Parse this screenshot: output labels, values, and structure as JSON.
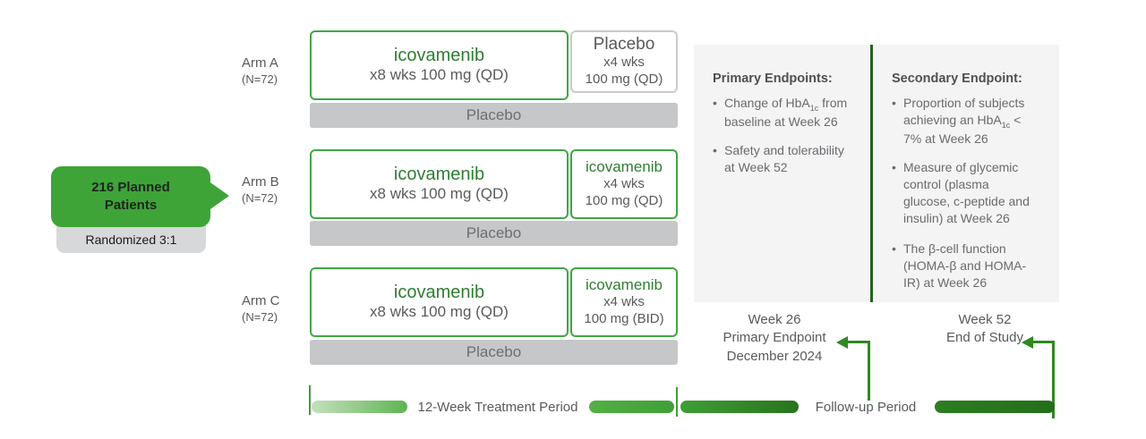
{
  "palette": {
    "green_bright": "#3EA438",
    "green_border": "#3EA843",
    "green_text": "#2F7D33",
    "green_dark": "#27741D",
    "arrow_green": "#2E8A1E",
    "gray_text": "#595A5C",
    "bar_gray": "#C6C7C9",
    "panel_bg": "#F4F4F5"
  },
  "callout": {
    "title": "216 Planned Patients",
    "subtitle": "Randomized 3:1"
  },
  "arms": [
    {
      "name": "Arm A",
      "n": "(N=72)",
      "main_drug": "icovamenib",
      "main_dose": "x8 wks 100 mg (QD)",
      "ext_drug": "Placebo",
      "ext_line2": "x4 wks",
      "ext_line3": "100 mg (QD)",
      "bar_label": "Placebo"
    },
    {
      "name": "Arm B",
      "n": "(N=72)",
      "main_drug": "icovamenib",
      "main_dose": "x8 wks 100 mg (QD)",
      "ext_drug": "icovamenib",
      "ext_line2": "x4 wks",
      "ext_line3": "100 mg (QD)",
      "bar_label": "Placebo"
    },
    {
      "name": "Arm C",
      "n": "(N=72)",
      "main_drug": "icovamenib",
      "main_dose": "x8 wks 100 mg (QD)",
      "ext_drug": "icovamenib",
      "ext_line2": "x4 wks",
      "ext_line3": "100 mg (BID)",
      "bar_label": "Placebo"
    }
  ],
  "endpoints": {
    "primary": {
      "title": "Primary Endpoints:",
      "items": [
        {
          "pre": "Change of HbA",
          "sub": "1c",
          "post": " from baseline at Week 26"
        },
        {
          "pre": "Safety and tolerability at Week 52",
          "sub": "",
          "post": ""
        }
      ]
    },
    "secondary": {
      "title": "Secondary Endpoint:",
      "items": [
        {
          "pre": "Proportion of subjects achieving an HbA",
          "sub": "1c",
          "post": " < 7% at Week 26"
        },
        {
          "pre": "Measure of glycemic control (plasma glucose, c-peptide and insulin) at Week 26",
          "sub": "",
          "post": ""
        },
        {
          "pre": "The β-cell function (HOMA-β and HOMA-IR) at Week 26",
          "sub": "",
          "post": ""
        }
      ]
    }
  },
  "milestones": {
    "week26": {
      "line1": "Week 26",
      "line2": "Primary Endpoint",
      "line3": "December 2024"
    },
    "week52": {
      "line1": "Week 52",
      "line2": "End of Study"
    }
  },
  "timeline": {
    "treatment_label": "12-Week Treatment Period",
    "followup_label": "Follow-up Period"
  }
}
